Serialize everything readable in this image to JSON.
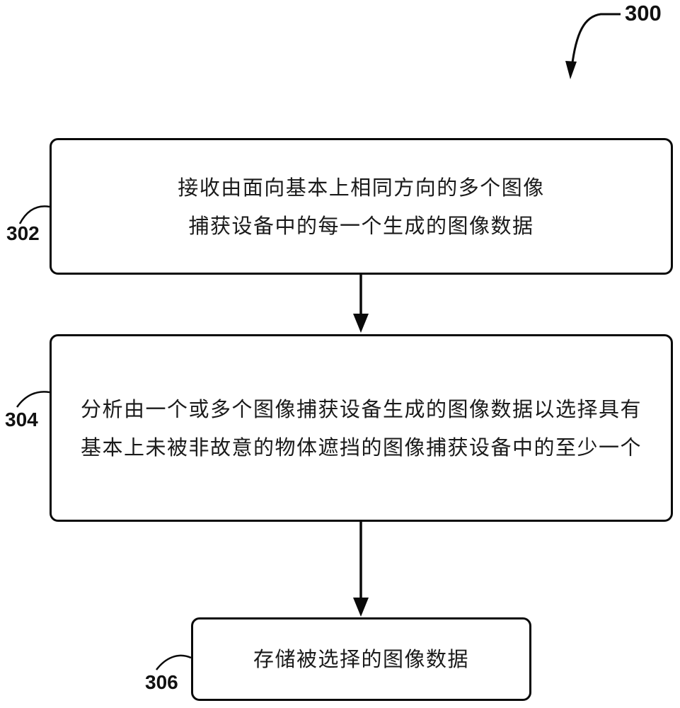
{
  "figure": {
    "type": "flowchart",
    "ref_label": "300",
    "colors": {
      "line": "#0a0a0a",
      "background": "#ffffff",
      "text": "#1a1a1a"
    },
    "steps": [
      {
        "id": "302",
        "lines": [
          "接收由面向基本上相同方向的多个图像",
          "捕获设备中的每一个生成的图像数据"
        ]
      },
      {
        "id": "304",
        "lines": [
          "分析由一个或多个图像捕获设备生成的图像数据以选择具有",
          "基本上未被非故意的物体遮挡的图像捕获设备中的至少一个"
        ]
      },
      {
        "id": "306",
        "lines": [
          "存储被选择的图像数据"
        ]
      }
    ],
    "connections": [
      {
        "from": "302",
        "to": "304"
      },
      {
        "from": "304",
        "to": "306"
      }
    ]
  }
}
